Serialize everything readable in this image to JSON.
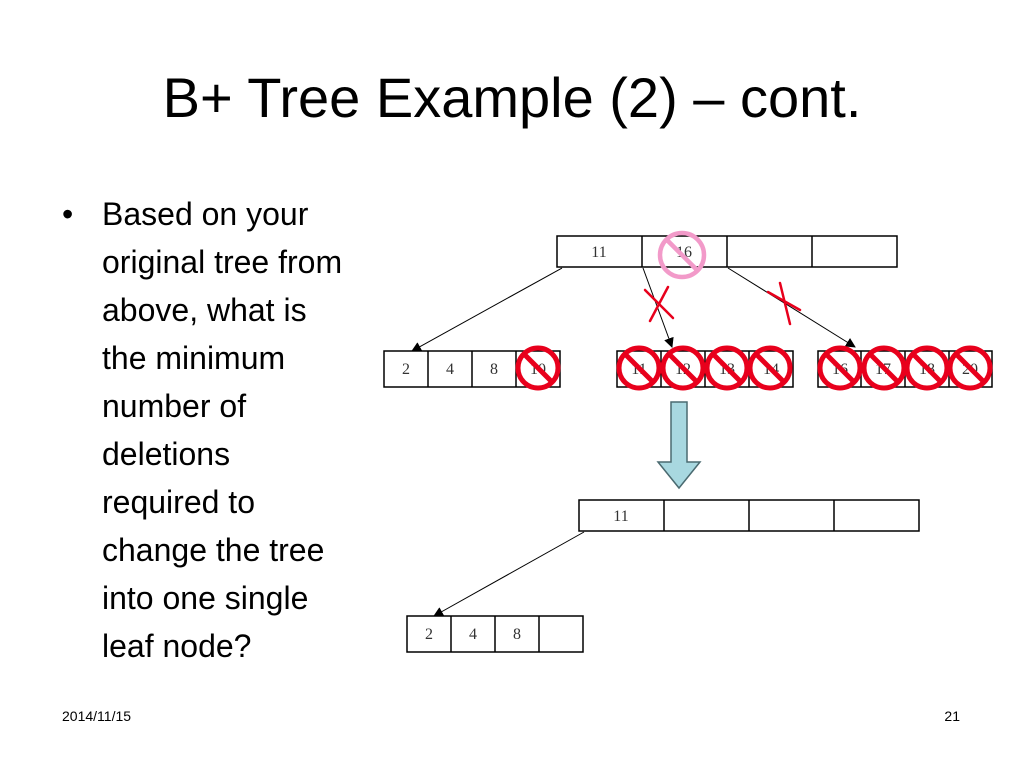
{
  "slide": {
    "title": "B+ Tree Example (2) – cont.",
    "bullet_symbol": "•",
    "bullet_lines": [
      "Based on your",
      "original tree from",
      "above, what is",
      "the minimum",
      "number of",
      "deletions",
      "required to",
      "change the tree",
      "into one single",
      "leaf node?"
    ],
    "footer_date": "2014/11/15",
    "page_number": "21"
  },
  "diagram": {
    "colors": {
      "prohibit": "#e8001c",
      "prohibit_pink": "#f29ac9",
      "arrow_fill": "#a8d8e0",
      "box_stroke": "#000000"
    },
    "original_tree": {
      "root_keys": [
        "11",
        "16",
        "",
        ""
      ],
      "leaves": [
        {
          "keys": [
            "2",
            "4",
            "8",
            "10"
          ]
        },
        {
          "keys": [
            "11",
            "12",
            "13",
            "14"
          ]
        },
        {
          "keys": [
            "16",
            "17",
            "18",
            "20"
          ]
        }
      ]
    },
    "result_tree": {
      "root_keys": [
        "11",
        "",
        "",
        ""
      ],
      "leaf_keys": [
        "2",
        "4",
        "8",
        ""
      ]
    }
  }
}
